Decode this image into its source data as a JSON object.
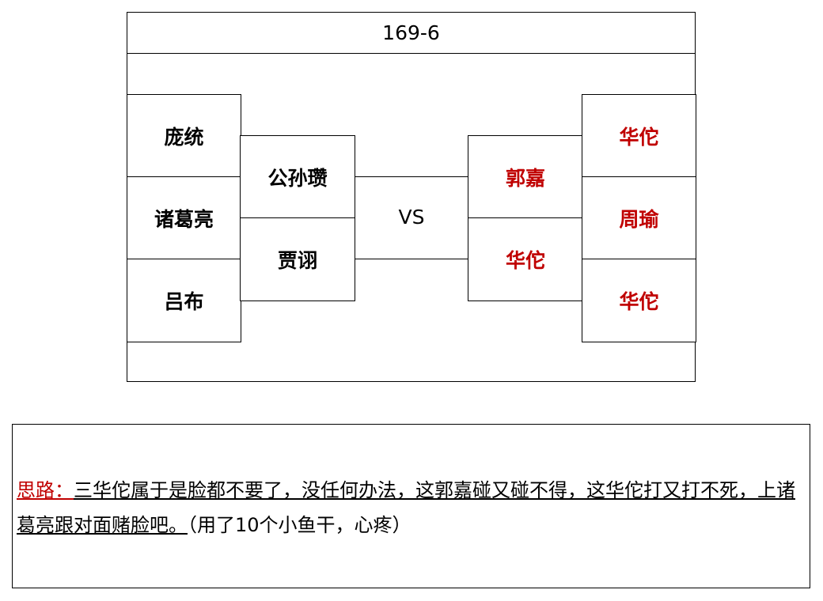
{
  "title": "169-6",
  "vs": "VS",
  "left_outer": [
    "庞统",
    "诸葛亮",
    "吕布"
  ],
  "left_inner": [
    "公孙瓒",
    "贾诩"
  ],
  "right_inner": [
    "郭嘉",
    "华佗"
  ],
  "right_outer": [
    "华佗",
    "周瑜",
    "华佗"
  ],
  "colors": {
    "enemy_text": "#c00000",
    "label_text": "#c00000"
  },
  "note": {
    "label": "思路：",
    "body": "三华佗属于是脸都不要了，没任何办法，这郭嘉碰又碰不得，这华佗打又打不死，上诸葛亮跟对面赌脸吧。",
    "tail": "（用了10个小鱼干，心疼）"
  }
}
